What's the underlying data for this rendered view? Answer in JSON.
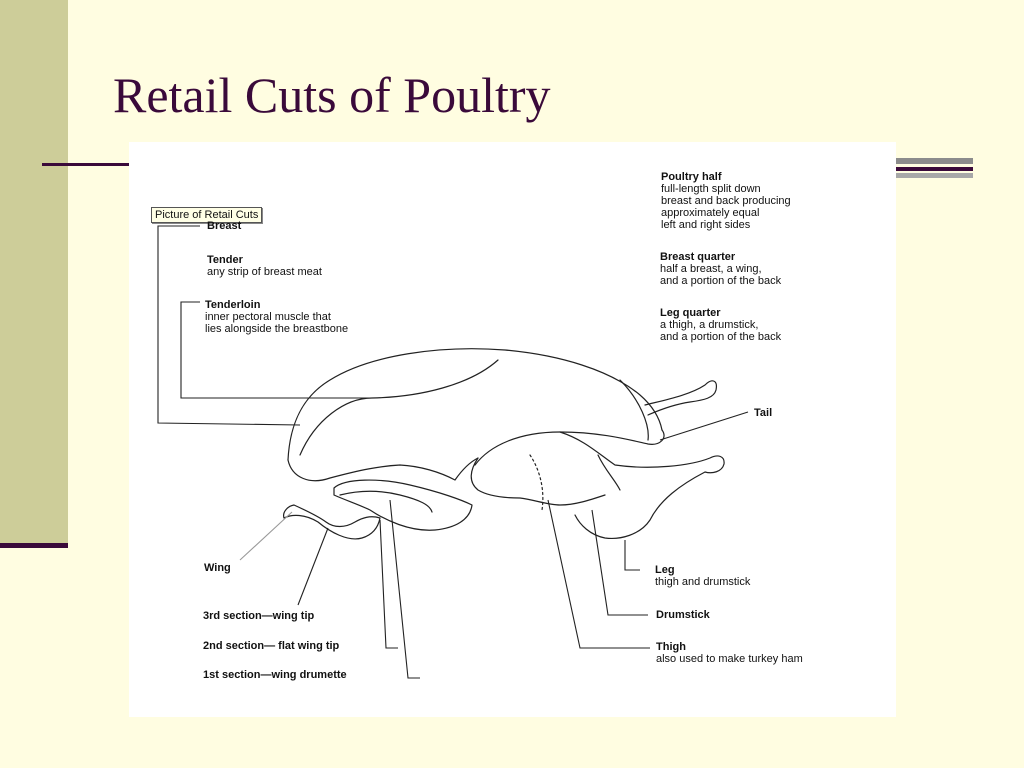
{
  "slide": {
    "title": "Retail Cuts of Poultry",
    "colors": {
      "background": "#fffde1",
      "accent_bar": "#cdcd99",
      "title": "#3a0a3a"
    }
  },
  "tooltip": "Picture of Retail Cuts",
  "labels": {
    "breast": "Breast",
    "tender_head": "Tender",
    "tender_desc": "any strip of breast meat",
    "tenderloin_head": "Tenderloin",
    "tenderloin_desc1": "inner pectoral muscle that",
    "tenderloin_desc2": "lies alongside the breastbone",
    "poultry_half_head": "Poultry half",
    "poultry_half_desc1": "full-length split down",
    "poultry_half_desc2": "breast and back producing",
    "poultry_half_desc3": "approximately equal",
    "poultry_half_desc4": "left and right sides",
    "breast_quarter_head": "Breast quarter",
    "breast_quarter_desc1": "half a breast, a wing,",
    "breast_quarter_desc2": "and a portion of the back",
    "leg_quarter_head": "Leg quarter",
    "leg_quarter_desc1": "a thigh, a drumstick,",
    "leg_quarter_desc2": "and a portion of the back",
    "tail": "Tail",
    "wing": "Wing",
    "wing_3rd": "3rd section—wing tip",
    "wing_2nd": "2nd section— flat wing tip",
    "wing_1st": "1st section—wing drumette",
    "leg_head": "Leg",
    "leg_desc": "thigh and drumstick",
    "drumstick": "Drumstick",
    "thigh_head": "Thigh",
    "thigh_desc": "also used to make turkey ham"
  }
}
